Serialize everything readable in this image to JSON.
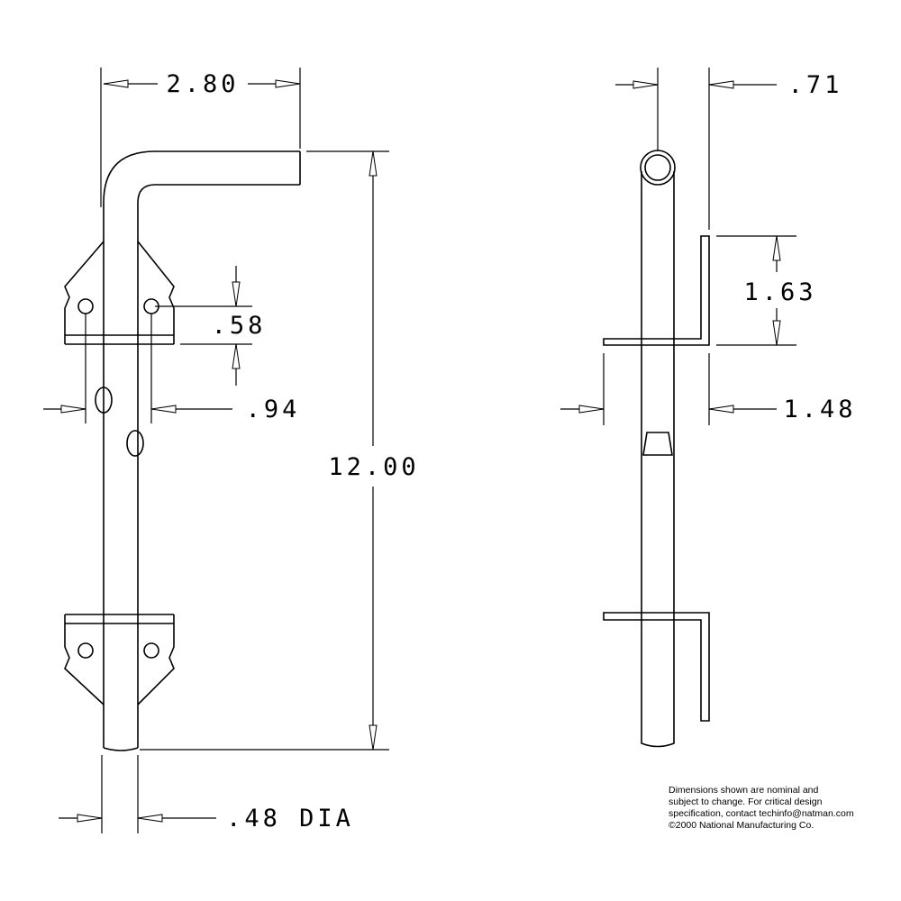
{
  "dimensions": {
    "width_top": "2.80",
    "plate_hole_spacing": ".58",
    "hook_offset": ".94",
    "overall_length": "12.00",
    "rod_diameter": ".48 DIA",
    "side_top": ".71",
    "bracket_height": "1.63",
    "side_offset": "1.48"
  },
  "note": {
    "line1": "Dimensions shown are nominal and",
    "line2": "subject to change.  For critical design",
    "line3": "specification, contact techinfo@natman.com",
    "line4": "©2000 National Manufacturing Co."
  }
}
